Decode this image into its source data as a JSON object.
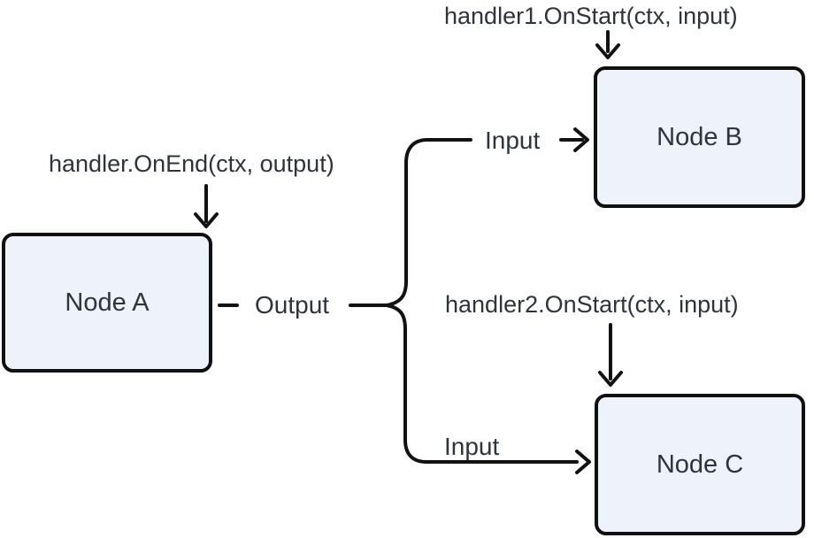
{
  "diagram": {
    "background_color": "#ffffff",
    "stroke_color": "#121212",
    "text_color": "#2f333c",
    "node_fill_color": "#eef2fa",
    "nodes": {
      "a": {
        "label": "Node A"
      },
      "b": {
        "label": "Node B"
      },
      "c": {
        "label": "Node C"
      }
    },
    "annotations": {
      "on_end": "handler.OnEnd(ctx, output)",
      "on_start_1": "handler1.OnStart(ctx, input)",
      "on_start_2": "handler2.OnStart(ctx, input)"
    },
    "edge_labels": {
      "output": "Output",
      "input_b": "Input",
      "input_c": "Input"
    }
  }
}
